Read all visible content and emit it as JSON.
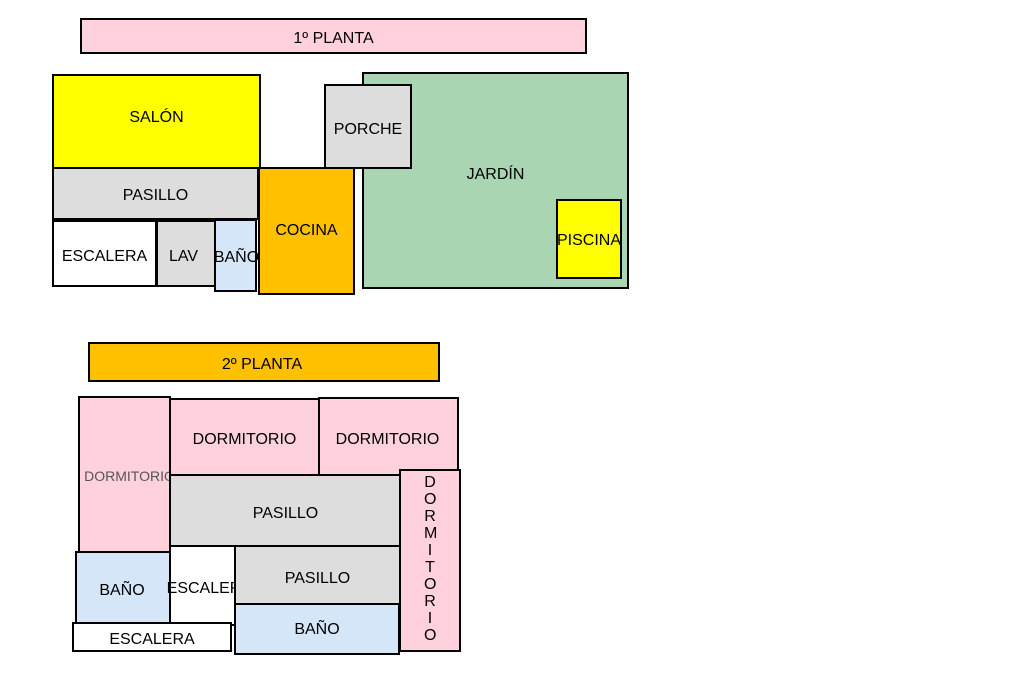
{
  "floor1": {
    "banner": "1º PLANTA",
    "rooms": {
      "salon": "SALÓN",
      "porche": "PORCHE",
      "jardin": "JARDÍN",
      "pasillo": "PASILLO",
      "cocina": "COCINA",
      "escalera": "ESCALERA",
      "lav": "LAV",
      "bano": "BAÑO",
      "piscina": "PISCINA"
    }
  },
  "floor2": {
    "banner": "2º PLANTA",
    "rooms": {
      "dormitorio_left": "DORMITORIO",
      "dormitorio_top_mid": "DORMITORIO",
      "dormitorio_top_right": "DORMITORIO",
      "pasillo_main": "PASILLO",
      "dormitorio_vertical": "DORMITORIO",
      "bano_left": "BAÑO",
      "escalera_mid": "ESCALER",
      "pasillo_lower": "PASILLO",
      "escalera_bottom": "ESCALERA",
      "bano_bottom": "BAÑO"
    }
  },
  "colors": {
    "pink": "#ffd1dc",
    "yellow": "#ffff00",
    "grey": "#dddddd",
    "white": "#ffffff",
    "blue": "#d4e6f8",
    "orange": "#ffc000",
    "green": "#a9d5b3"
  }
}
